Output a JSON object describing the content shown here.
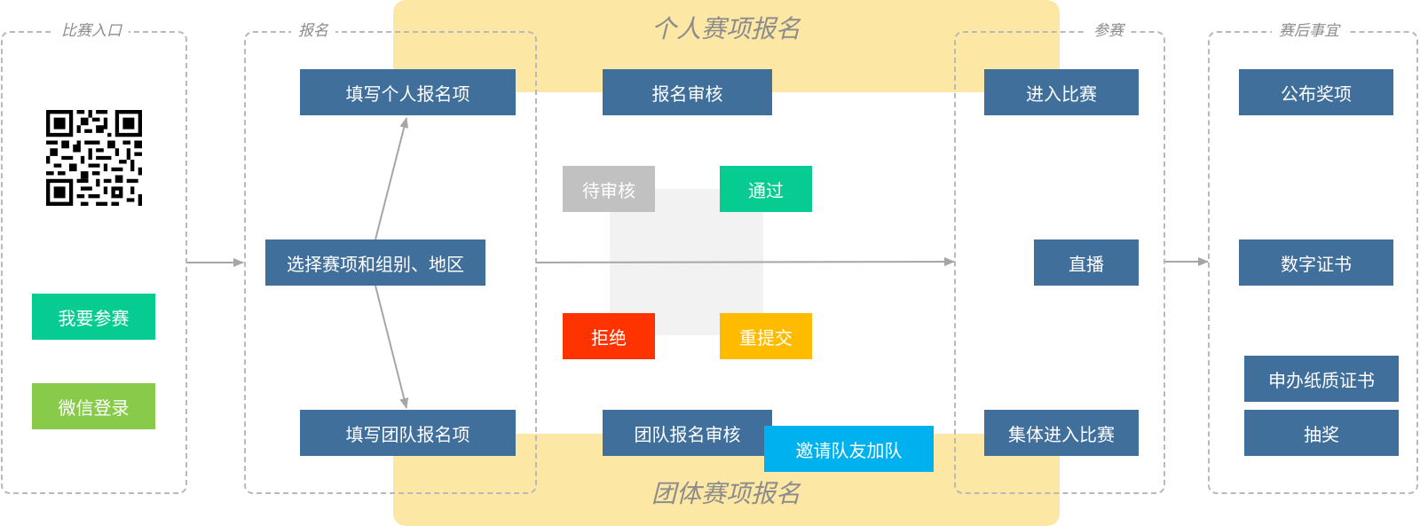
{
  "panels": {
    "entry": "比赛入口",
    "signup": "报名",
    "compete": "参赛",
    "after": "赛后事宜"
  },
  "bands": {
    "individual": "个人赛项报名",
    "team": "团体赛项报名"
  },
  "entry": {
    "join": "我要参赛",
    "wechat": "微信登录",
    "qr": "qr-code-icon"
  },
  "signup": {
    "select": "选择赛项和组别、地区",
    "individual_form": "填写个人报名项",
    "team_form": "填写团队报名项"
  },
  "review": {
    "individual": "报名审核",
    "team": "团队报名审核",
    "invite": "邀请队友加队",
    "pending": "待审核",
    "pass": "通过",
    "reject": "拒绝",
    "resubmit": "重提交"
  },
  "compete": {
    "enter": "进入比赛",
    "live": "直播",
    "team_enter": "集体进入比赛"
  },
  "after": {
    "awards": "公布奖项",
    "digital_cert": "数字证书",
    "paper_cert": "申办纸质证书",
    "lottery": "抽奖"
  },
  "colors": {
    "box_blue": "#406f9c",
    "green": "#06cc92",
    "light_green": "#88cb4b",
    "gray": "#c1c1c1",
    "red": "#ff3300",
    "yellow": "#ffbb00",
    "cyan": "#00b1ef",
    "band": "#fde7a5",
    "arrow": "#a6a6a6"
  }
}
